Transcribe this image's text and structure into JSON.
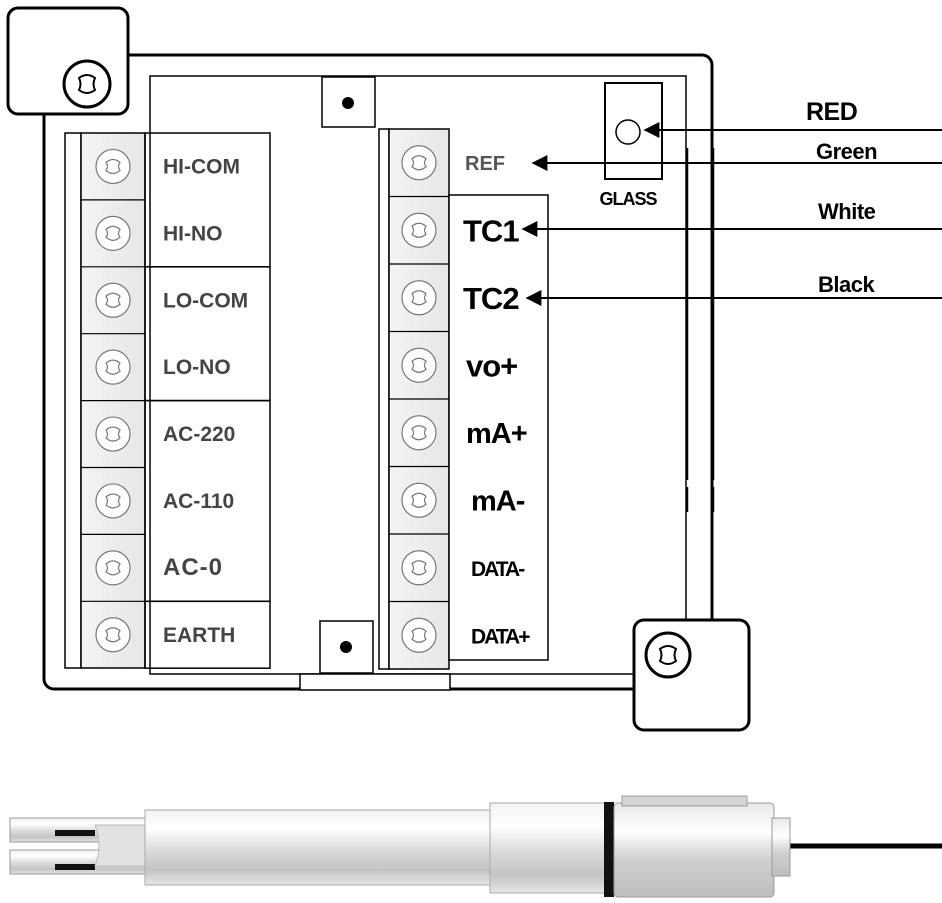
{
  "left_terminals": [
    {
      "label": "HI-COM"
    },
    {
      "label": "HI-NO"
    },
    {
      "label": "LO-COM"
    },
    {
      "label": "LO-NO"
    },
    {
      "label": "AC-220"
    },
    {
      "label": "AC-110"
    },
    {
      "label": "AC-0"
    },
    {
      "label": "EARTH"
    }
  ],
  "right_terminals": [
    {
      "label": "REF"
    },
    {
      "label": "TC1"
    },
    {
      "label": "TC2"
    },
    {
      "label": "vo+"
    },
    {
      "label": "mA+"
    },
    {
      "label": "mA-"
    },
    {
      "label": "DATA-"
    },
    {
      "label": "DATA+"
    }
  ],
  "glass_label": "GLASS",
  "wires": [
    {
      "label": "RED",
      "target": "GLASS"
    },
    {
      "label": "Green",
      "target": "REF"
    },
    {
      "label": "White",
      "target": "TC1"
    },
    {
      "label": "Black",
      "target": "TC2"
    }
  ]
}
